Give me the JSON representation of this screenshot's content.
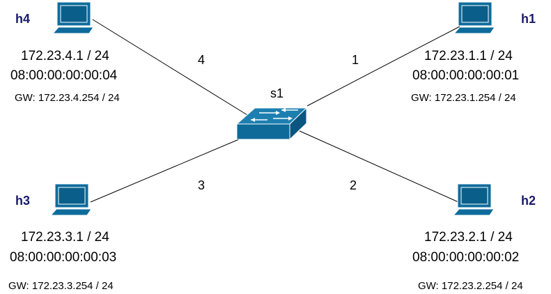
{
  "switch": {
    "name": "s1"
  },
  "hosts": [
    {
      "name": "h1",
      "ip": "172.23.1.1 / 24",
      "mac": "08:00:00:00:00:01",
      "gw": "GW: 172.23.1.254 / 24",
      "port": "1"
    },
    {
      "name": "h2",
      "ip": "172.23.2.1 / 24",
      "mac": "08:00:00:00:00:02",
      "gw": "GW: 172.23.2.254 / 24",
      "port": "2"
    },
    {
      "name": "h3",
      "ip": "172.23.3.1 / 24",
      "mac": "08:00:00:00:00:03",
      "gw": "GW: 172.23.3.254 / 24",
      "port": "3"
    },
    {
      "name": "h4",
      "ip": "172.23.4.1 / 24",
      "mac": "08:00:00:00:00:04",
      "gw": "GW: 172.23.4.254 / 24",
      "port": "4"
    }
  ],
  "colors": {
    "icon_fill": "#0e6c9c",
    "icon_screen": "#0a5f8a",
    "switch_top": "#1d7fb0",
    "switch_front": "#0d6a99",
    "switch_side": "#0a5680",
    "link": "#000000",
    "host_label": "#1a1a6e"
  }
}
